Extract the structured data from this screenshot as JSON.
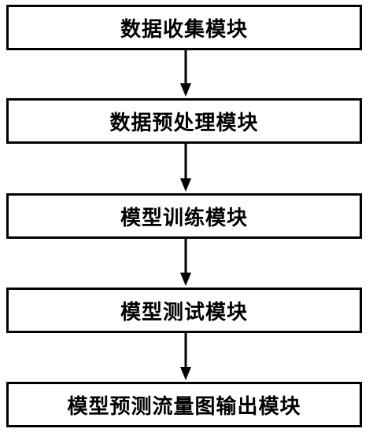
{
  "flowchart": {
    "steps": [
      {
        "label": "数据收集模块"
      },
      {
        "label": "数据预处理模块"
      },
      {
        "label": "模型训练模块"
      },
      {
        "label": "模型测试模块"
      },
      {
        "label": "模型预测流量图输出模块"
      }
    ]
  },
  "colors": {
    "border": "#000000",
    "text": "#000000",
    "background": "#ffffff"
  }
}
